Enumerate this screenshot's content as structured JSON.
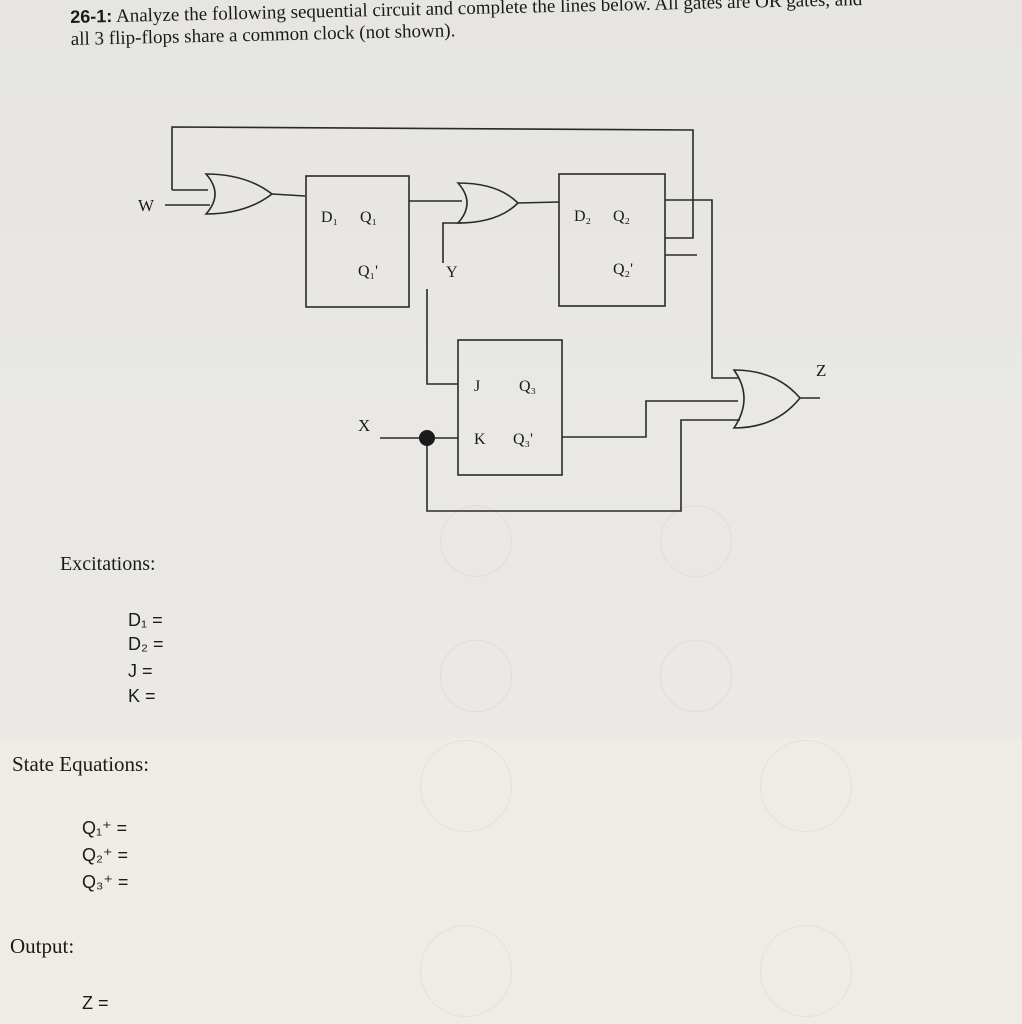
{
  "problem": {
    "number": "26-1:",
    "line1": "Analyze the following sequential circuit and complete the lines below. All gates are OR gates, and",
    "line2": "all 3 flip-flops share a common clock (not shown)."
  },
  "circuit": {
    "input_w": "W",
    "input_x": "X",
    "input_y": "Y",
    "output_z": "Z",
    "ff1": {
      "d": "D₁",
      "q": "Q₁",
      "qn": "Q₁'"
    },
    "ff2": {
      "d": "D₂",
      "q": "Q₂",
      "qn": "Q₂'"
    },
    "ff3": {
      "j": "J",
      "k": "K",
      "q": "Q₃",
      "qn": "Q₃'"
    }
  },
  "excitations": {
    "label": "Excitations:",
    "d1": "D₁ =",
    "d2": "D₂ =",
    "j": "J =",
    "k": "K ="
  },
  "state_equations": {
    "label": "State Equations:",
    "q1": "Q₁⁺ =",
    "q2": "Q₂⁺ =",
    "q3": "Q₃⁺ ="
  },
  "output": {
    "label": "Output:",
    "z": "Z ="
  }
}
